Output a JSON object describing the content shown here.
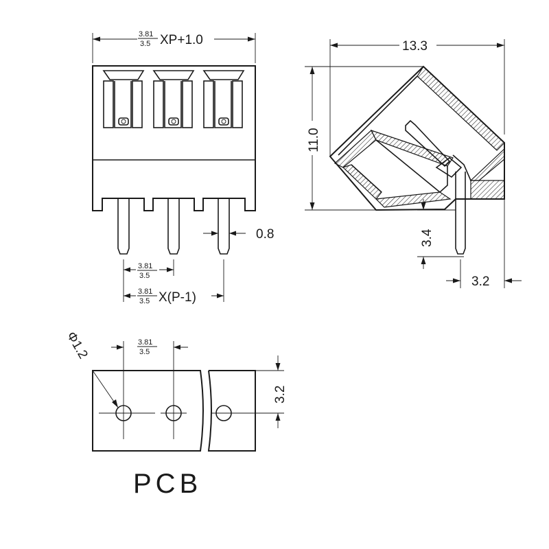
{
  "front_view": {
    "pitch_top": "3.81",
    "pitch_bottom": "3.5",
    "overall_suffix": "XP+1.0",
    "pin_diameter": "0.8",
    "pin_pitch_top": "3.81",
    "pin_pitch_bottom": "3.5",
    "span_top": "3.81",
    "span_bottom": "3.5",
    "span_suffix": "X(P-1)"
  },
  "side_view": {
    "width": "13.3",
    "height": "11.0",
    "pin_length": "3.4",
    "pin_offset": "3.2"
  },
  "pcb_view": {
    "hole_diameter": "Φ1.2",
    "pitch_top": "3.81",
    "pitch_bottom": "3.5",
    "row_offset": "3.2",
    "title": "PCB"
  }
}
